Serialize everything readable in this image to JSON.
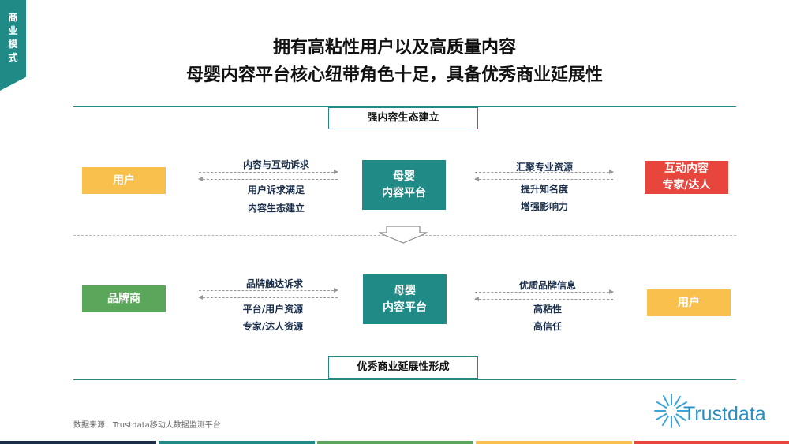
{
  "side_tab": {
    "label": "商业模式"
  },
  "title": {
    "line1": "拥有高粘性用户以及高质量内容",
    "line2": "母婴内容平台核心纽带角色十足，具备优秀商业延展性"
  },
  "top_section": {
    "header": "强内容生态建立",
    "left_box": "用户",
    "center_box": "母婴\n内容平台",
    "right_box": "互动内容\n专家/达人",
    "left_labels": [
      "内容与互动诉求",
      "用户诉求满足",
      "内容生态建立"
    ],
    "right_labels": [
      "汇聚专业资源",
      "提升知名度",
      "增强影响力"
    ]
  },
  "bottom_section": {
    "footer": "优秀商业延展性形成",
    "left_box": "品牌商",
    "center_box": "母婴\n内容平台",
    "right_box": "用户",
    "left_labels": [
      "品牌触达诉求",
      "平台/用户资源",
      "专家/达人资源"
    ],
    "right_labels": [
      "优质品牌信息",
      "高粘性",
      "高信任"
    ]
  },
  "source": "数据来源：Trustdata移动大数据监测平台",
  "logo": {
    "text": "Trustdata"
  },
  "colors": {
    "teal": "#1f8a86",
    "yellow": "#f9c04b",
    "red": "#e8453c",
    "green": "#5aa65a",
    "navy": "#1a2e4a"
  }
}
